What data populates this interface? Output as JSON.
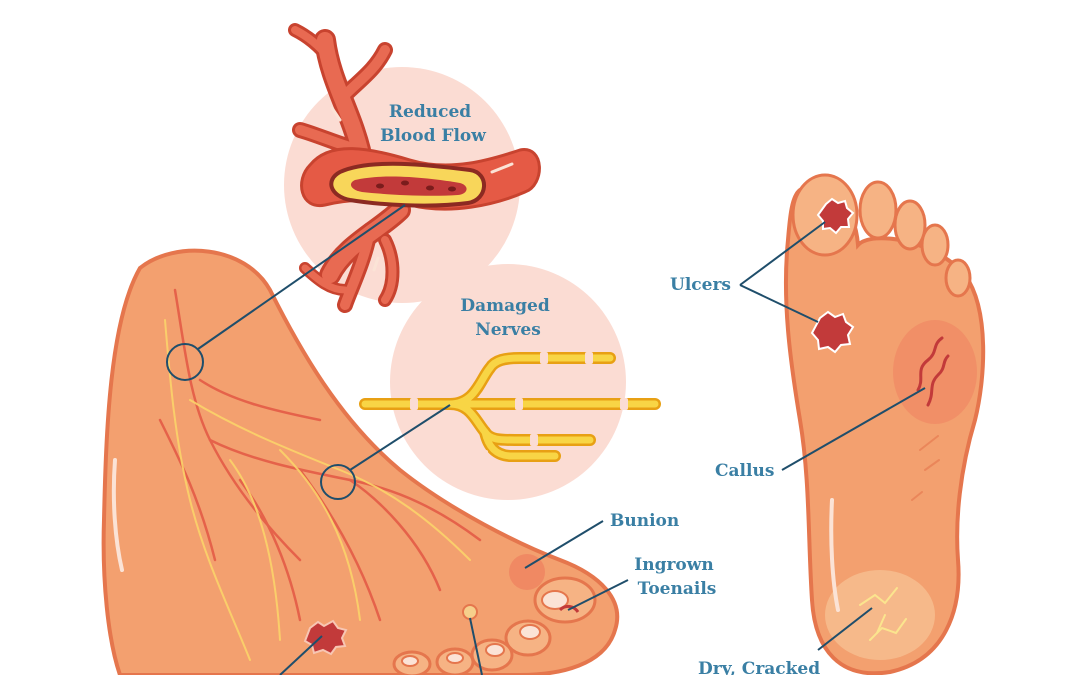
{
  "labels": {
    "reduced_blood_flow": [
      "Reduced",
      "Blood Flow"
    ],
    "damaged_nerves": [
      "Damaged",
      "Nerves"
    ],
    "ulcers": "Ulcers",
    "callus": "Callus",
    "bunion": "Bunion",
    "ingrown_toenails": [
      "Ingrown",
      "Toenails"
    ],
    "dry_cracked": "Dry, Cracked"
  },
  "colors": {
    "label_text": "#3a7fa4",
    "leader_line": "#1f4e6b",
    "skin": "#f3a06f",
    "skin_outline": "#e5764d",
    "vessel": "#e55a45",
    "nerve": "#f2c02c",
    "bubble": "#fbdcd3"
  }
}
